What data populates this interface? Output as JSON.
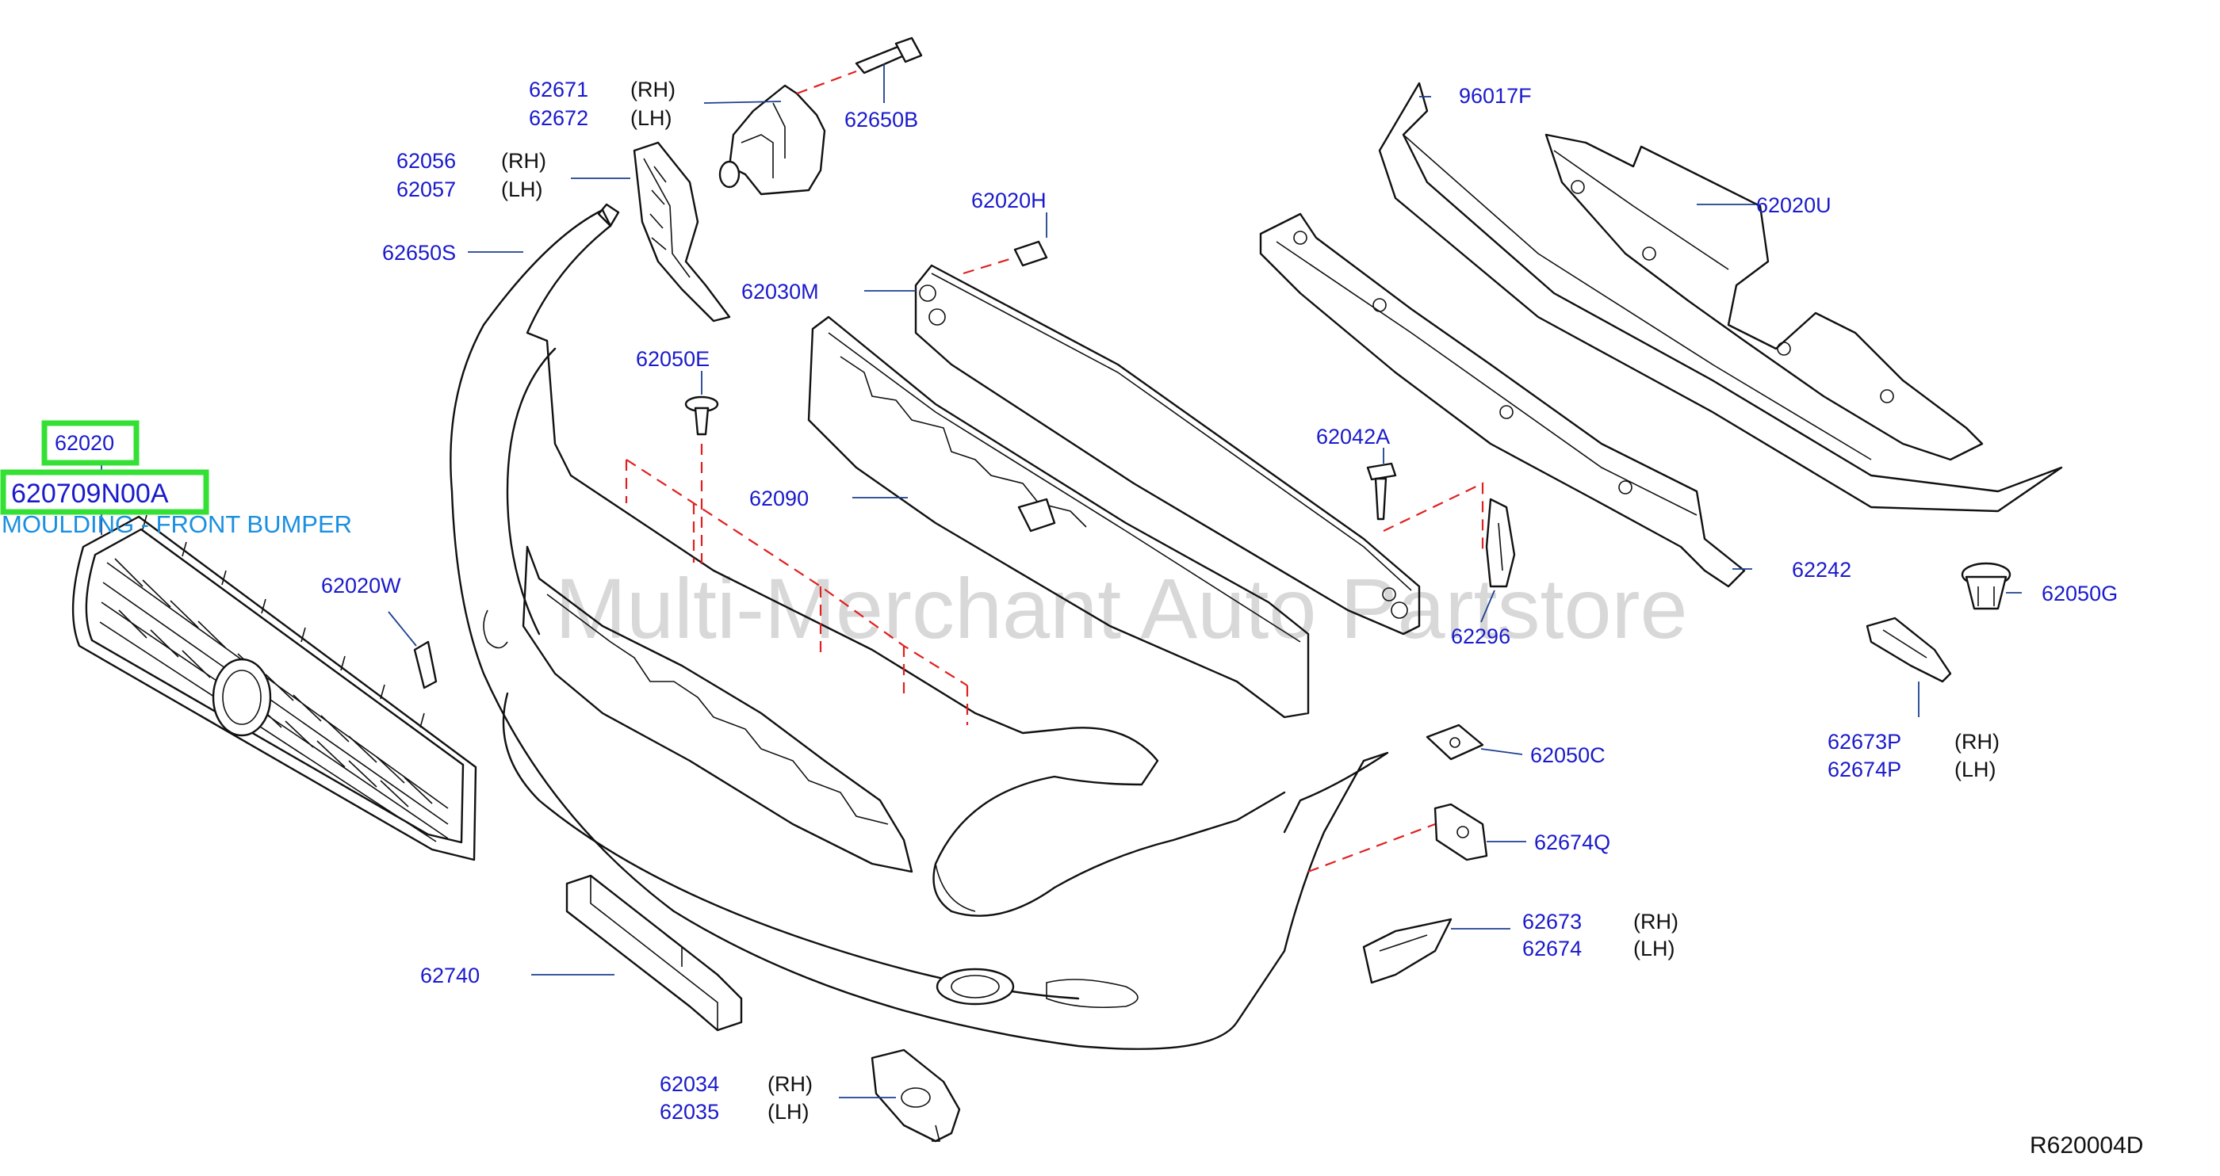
{
  "diagram": {
    "watermark": "Multi-Merchant Auto Partstore",
    "reference_code": "R620004D",
    "highlight": {
      "group_code": "62020",
      "part_number": "620709N00A",
      "description": "MOULDING - FRONT BUMPER"
    },
    "labels": [
      {
        "id": "l62671",
        "text": "62671",
        "side": "(RH)"
      },
      {
        "id": "l62672",
        "text": "62672",
        "side": "(LH)"
      },
      {
        "id": "l62650B",
        "text": "62650B",
        "side": ""
      },
      {
        "id": "l62056",
        "text": "62056",
        "side": "(RH)"
      },
      {
        "id": "l62057",
        "text": "62057",
        "side": "(LH)"
      },
      {
        "id": "l62650S",
        "text": "62650S",
        "side": ""
      },
      {
        "id": "l96017F",
        "text": "96017F",
        "side": ""
      },
      {
        "id": "l62020U",
        "text": "62020U",
        "side": ""
      },
      {
        "id": "l62020H",
        "text": "62020H",
        "side": ""
      },
      {
        "id": "l62030M",
        "text": "62030M",
        "side": ""
      },
      {
        "id": "l62050E",
        "text": "62050E",
        "side": ""
      },
      {
        "id": "l62090",
        "text": "62090",
        "side": ""
      },
      {
        "id": "l62042A",
        "text": "62042A",
        "side": ""
      },
      {
        "id": "l62242",
        "text": "62242",
        "side": ""
      },
      {
        "id": "l62050G",
        "text": "62050G",
        "side": ""
      },
      {
        "id": "l62020W",
        "text": "62020W",
        "side": ""
      },
      {
        "id": "l62296",
        "text": "62296",
        "side": ""
      },
      {
        "id": "l62673P",
        "text": "62673P",
        "side": "(RH)"
      },
      {
        "id": "l62674P",
        "text": "62674P",
        "side": "(LH)"
      },
      {
        "id": "l62050C",
        "text": "62050C",
        "side": ""
      },
      {
        "id": "l62674Q",
        "text": "62674Q",
        "side": ""
      },
      {
        "id": "l62673",
        "text": "62673",
        "side": "(RH)"
      },
      {
        "id": "l62674",
        "text": "62674",
        "side": "(LH)"
      },
      {
        "id": "l62740",
        "text": "62740",
        "side": ""
      },
      {
        "id": "l62034",
        "text": "62034",
        "side": "(RH)"
      },
      {
        "id": "l62035",
        "text": "62035",
        "side": "(LH)"
      }
    ]
  }
}
